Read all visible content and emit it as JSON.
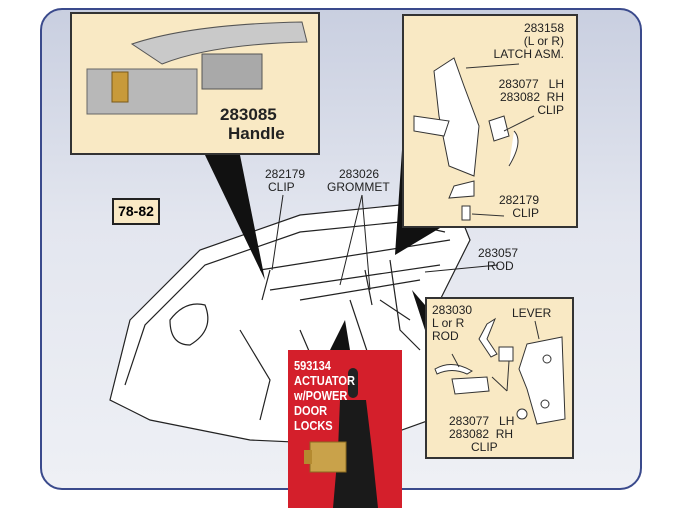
{
  "year_range": "78-82",
  "handle_inset": {
    "part_number": "283085",
    "name": "Handle"
  },
  "latch_inset": {
    "latch": {
      "part_number": "283158",
      "variant": "(L or R)",
      "name": "LATCH ASM."
    },
    "clip_lh": "283077   LH",
    "clip_rh": "283082  RH",
    "clip_name": "CLIP",
    "lower_clip_number": "282179",
    "lower_clip_name": "CLIP"
  },
  "main_labels": {
    "clip_number": "282179",
    "clip_name": "CLIP",
    "grommet_number": "283026",
    "grommet_name": "GROMMET",
    "rod_number": "283057",
    "rod_name": "ROD"
  },
  "lever_inset": {
    "rod_number": "283030",
    "rod_variant": "L or R",
    "rod_name": "ROD",
    "lever": "LEVER",
    "clip_lh": "283077   LH",
    "clip_rh": "283082  RH",
    "clip_name": "CLIP"
  },
  "actuator": {
    "part_number": "593134",
    "line1": "ACTUATOR",
    "line2": "w/POWER",
    "line3": "DOOR",
    "line4": "LOCKS"
  },
  "colors": {
    "border": "#3a4a8c",
    "inset_bg": "#f9e9c4",
    "actuator_bg": "#d41f2b"
  }
}
